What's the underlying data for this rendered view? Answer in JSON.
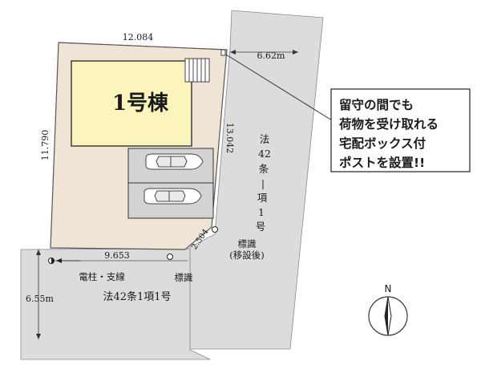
{
  "building": {
    "label": "1号棟"
  },
  "dimensions": {
    "top_width": "12.084",
    "left_depth": "11.790",
    "right_side": "13.042",
    "corner_cut": "2.504",
    "bottom_frontage": "9.653"
  },
  "roads": {
    "east_width": "6.62m",
    "east_name": [
      "法",
      "42",
      "条",
      "|",
      "項",
      "1",
      "号"
    ],
    "south_width": "6.55m",
    "south_name": "法42条1項1号"
  },
  "markers": {
    "utility_pole": "電柱・支線",
    "sign_existing": "標識",
    "sign_relocated_line1": "標識",
    "sign_relocated_line2": "(移設後)"
  },
  "callout": {
    "lines": [
      "留守の間でも",
      "荷物を受け取れる",
      "宅配ボックス付",
      "ポストを設置!!"
    ]
  },
  "compass": {
    "north_label": "N"
  },
  "colors": {
    "road": "#dcdcdc",
    "lot": "#efe4d6",
    "building": "#fbf4bd",
    "parking": "#d3d3d3"
  }
}
